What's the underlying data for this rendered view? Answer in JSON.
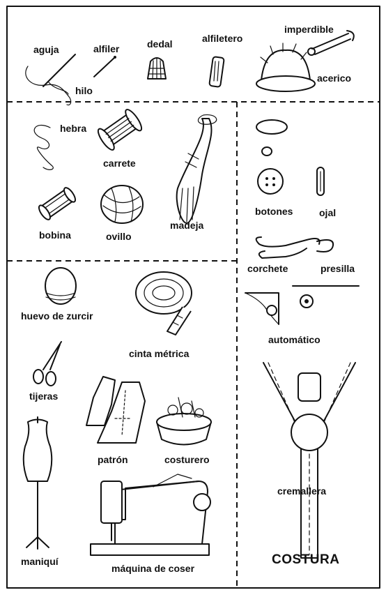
{
  "title": "COSTURA",
  "labels": {
    "aguja": "aguja",
    "alfiler": "alfiler",
    "dedal": "dedal",
    "alfiletero": "alfiletero",
    "imperdible": "imperdible",
    "hilo": "hilo",
    "acerico": "acerico",
    "hebra": "hebra",
    "carrete": "carrete",
    "madeja": "madeja",
    "bobina": "bobina",
    "ovillo": "ovillo",
    "botones": "botones",
    "ojal": "ojal",
    "corchete": "corchete",
    "presilla": "presilla",
    "huevo": "huevo de zurcir",
    "cinta": "cinta métrica",
    "automatico": "automático",
    "tijeras": "tijeras",
    "patron": "patrón",
    "costurero": "costurero",
    "cremallera": "cremallera",
    "maniqui": "maniquí",
    "maquina": "máquina de coser"
  },
  "icons": {
    "aguja": "needle-icon",
    "alfiler": "pin-icon",
    "dedal": "thimble-icon",
    "alfiletero": "needle-case-icon",
    "imperdible": "safety-pin-icon",
    "acerico": "pincushion-icon",
    "hebra": "thread-strand-icon",
    "carrete": "spool-icon",
    "madeja": "skein-icon",
    "bobina": "bobbin-icon",
    "ovillo": "ball-of-yarn-icon",
    "botones": "buttons-icon",
    "ojal": "buttonhole-icon",
    "corchete": "hook-and-eye-icon",
    "automatico": "snap-fastener-icon",
    "huevo": "darning-egg-icon",
    "cinta": "tape-measure-icon",
    "tijeras": "scissors-icon",
    "patron": "sewing-pattern-icon",
    "costurero": "sewing-basket-icon",
    "cremallera": "zipper-icon",
    "maniqui": "dress-form-icon",
    "maquina": "sewing-machine-icon"
  }
}
